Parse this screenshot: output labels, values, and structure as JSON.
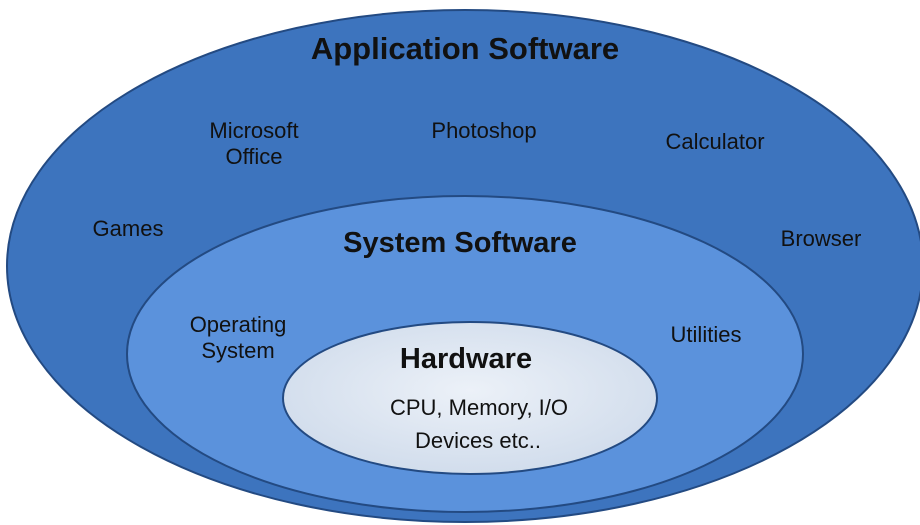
{
  "layers": {
    "application": {
      "title": "Application Software",
      "items": [
        "Microsoft\nOffice",
        "Photoshop",
        "Calculator",
        "Games",
        "Browser"
      ]
    },
    "system": {
      "title": "System Software",
      "items": [
        "Operating\nSystem",
        "Utilities"
      ]
    },
    "hardware": {
      "title": "Hardware",
      "lines": [
        "CPU, Memory, I/O",
        "Devices etc.."
      ]
    }
  },
  "colors": {
    "outer_fill": "#3d74be",
    "middle_fill": "#5b92dc",
    "inner_fill": "#dbe4f0",
    "ring_stroke": "#234a82",
    "text": "#111111"
  }
}
